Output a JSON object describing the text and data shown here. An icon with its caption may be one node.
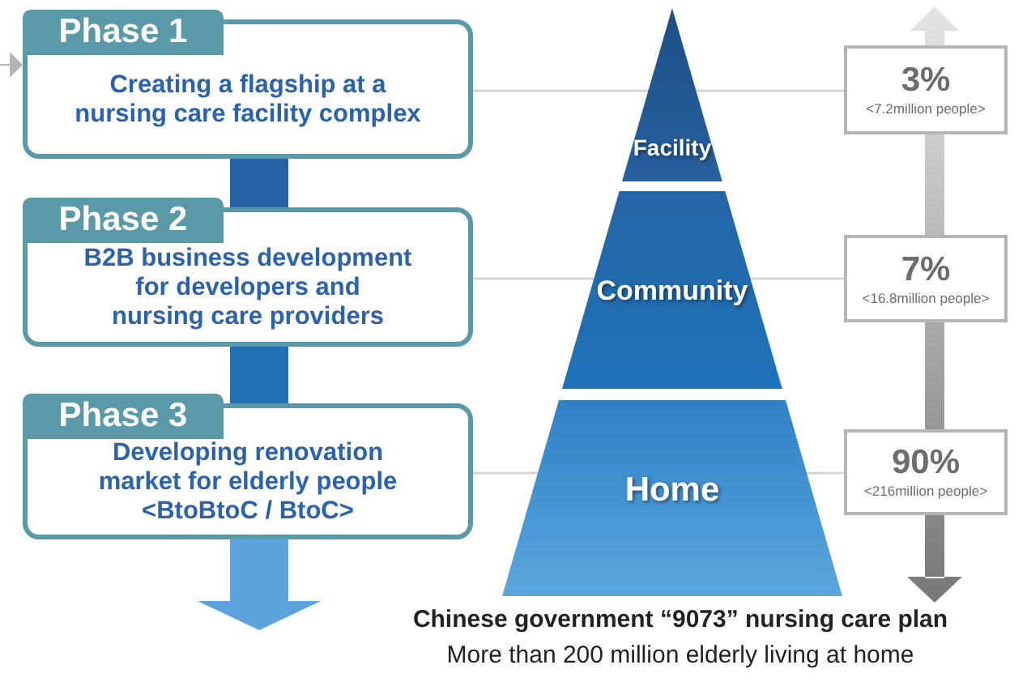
{
  "diagram": {
    "nodes": [
      {
        "text": [
          "Phase 1",
          "Creating a flagship at a nursing care facility complex"
        ]
      },
      {
        "text": [
          "Phase 2",
          "B2B business development for developers and nursing care providers"
        ]
      },
      {
        "text": [
          "Phase 3",
          "Developing renovation market for elderly people <BtoBtoC / BtoC>"
        ]
      },
      {
        "text": [
          "Facility"
        ]
      },
      {
        "text": [
          "Community"
        ]
      },
      {
        "text": [
          "Home"
        ]
      },
      {
        "text": [
          "3%",
          "<7.2million people>"
        ]
      },
      {
        "text": [
          "7%",
          "<16.8million people>"
        ]
      },
      {
        "text": [
          "90%",
          "<216million people>"
        ]
      }
    ],
    "edges": [
      {
        "from": null,
        "to": 0,
        "arrow": "to",
        "color": "#b5b5b5"
      },
      {
        "from": 0,
        "to": 1,
        "arrow": "none",
        "style": "thick",
        "color": "#2563a6"
      },
      {
        "from": 1,
        "to": 2,
        "arrow": "none",
        "style": "thick",
        "color": "#2470b4"
      },
      {
        "from": 2,
        "to": null,
        "arrow": "to",
        "style": "thick",
        "color": "#5ba3dc"
      },
      {
        "from": 0,
        "to": 6,
        "arrow": "none"
      },
      {
        "from": 1,
        "to": 7,
        "arrow": "none"
      },
      {
        "from": 2,
        "to": 8,
        "arrow": "none"
      }
    ],
    "labels": [
      "Chinese government “9073” nursing care plan",
      "More than 200 million elderly living at home"
    ]
  }
}
